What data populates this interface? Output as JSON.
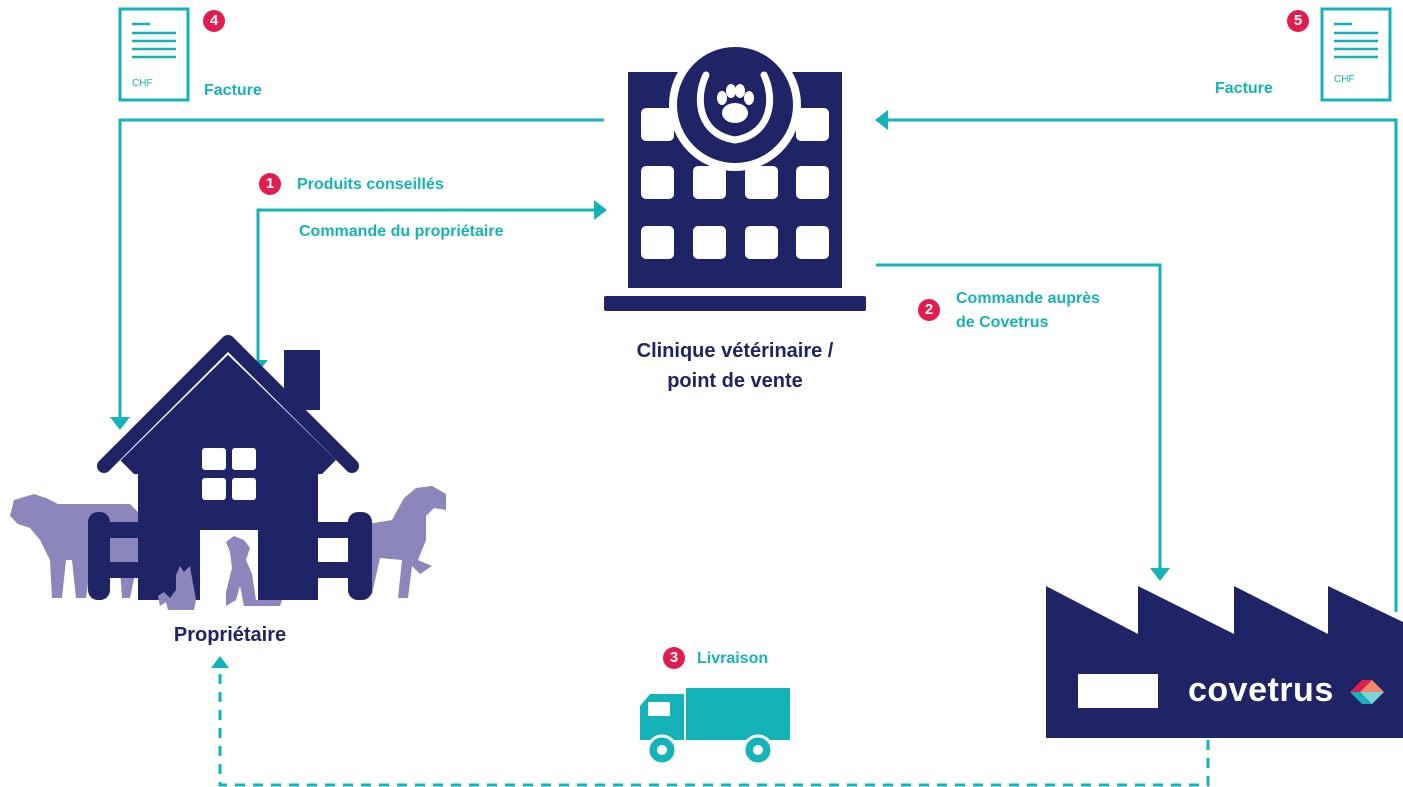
{
  "colors": {
    "navy": "#1f2466",
    "teal": "#14b3b8",
    "red": "#e31c50",
    "lavender": "#8b86bb"
  },
  "steps": [
    {
      "number": "1",
      "labels": [
        "Produits conseillés",
        "Commande du propriétaire"
      ]
    },
    {
      "number": "2",
      "labels": [
        "Commande auprès",
        "de Covetrus"
      ]
    },
    {
      "number": "3",
      "labels": [
        "Livraison"
      ]
    },
    {
      "number": "4",
      "labels": [
        "Facture"
      ]
    },
    {
      "number": "5",
      "labels": [
        "Facture"
      ]
    }
  ],
  "nodes": {
    "owner": {
      "title": "Propriétaire",
      "icon": "house-with-animals-icon"
    },
    "clinic": {
      "title_line1": "Clinique vétérinaire /",
      "title_line2": "point de vente",
      "icon": "clinic-building-icon"
    },
    "covetrus": {
      "brand": "covetrus",
      "icon": "factory-icon"
    }
  },
  "invoices": {
    "left_currency": "CHF",
    "right_currency": "CHF"
  }
}
